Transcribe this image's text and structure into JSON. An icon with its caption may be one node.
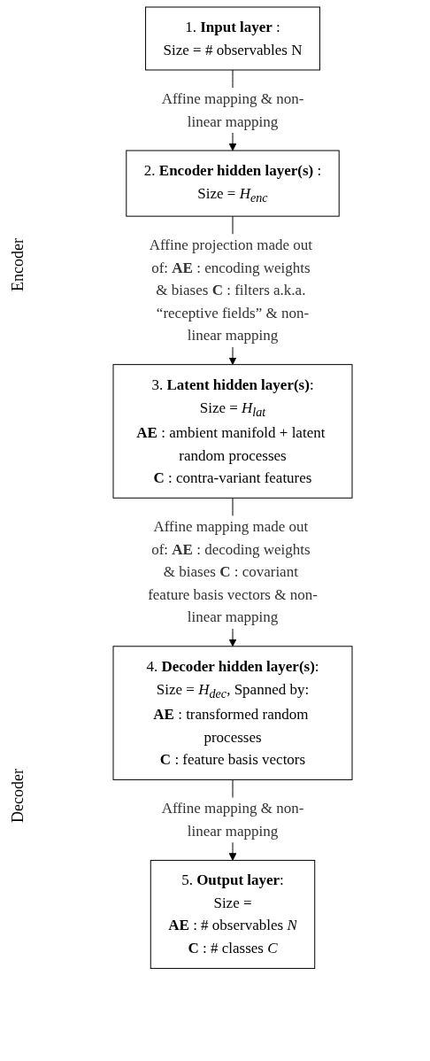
{
  "diagram": {
    "nodes": [
      {
        "text": [
          "1. **Input layer** :",
          "Size = # observables N"
        ]
      },
      {
        "text": [
          "2. **Encoder hidden layer(s)** :",
          "Size = *H*$_{enc}$"
        ]
      },
      {
        "text": [
          "3. **Latent hidden layer(s)**:",
          "Size = *H*$_{lat}$",
          "**AE** : ambient manifold + latent random processes",
          "**C** : contra-variant features"
        ]
      },
      {
        "text": [
          "4. **Decoder hidden layer(s)**:",
          "Size = *H*$_{dec}$, Spanned by:",
          "**AE** : transformed random processes",
          "**C** : feature basis vectors"
        ]
      },
      {
        "text": [
          "5. **Output layer**:",
          "Size =",
          "**AE** : # observables *N*",
          "**C** : # classes *C*"
        ]
      }
    ],
    "edges": [
      {
        "from": 0,
        "to": 1,
        "arrow": "to",
        "label": "Affine mapping & non-linear mapping"
      },
      {
        "from": 1,
        "to": 2,
        "arrow": "to",
        "label": "Affine projection made out of: **AE** : encoding weights & biases **C** : filters a.k.a. “receptive fields” & non-linear mapping"
      },
      {
        "from": 2,
        "to": 3,
        "arrow": "to",
        "label": "Affine mapping made out of: **AE** : decoding weights & biases **C** : covariant feature basis vectors & non-linear mapping"
      },
      {
        "from": 3,
        "to": 4,
        "arrow": "to",
        "label": "Affine mapping & non-linear mapping"
      }
    ],
    "labels": [
      "Encoder",
      "Decoder"
    ]
  }
}
